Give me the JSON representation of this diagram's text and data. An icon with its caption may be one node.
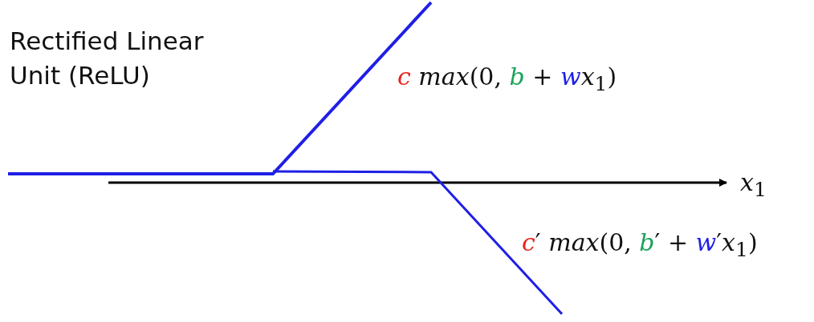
{
  "diagram": {
    "labels": [
      "Rectified Linear Unit (ReLU)",
      "*c* *max*(0, *b* + *wx*$_{1}$)",
      "*x*$_{1}$",
      "*c*′ *max*(0, *b*′ + *w*′*x*$_{1}$)"
    ]
  }
}
